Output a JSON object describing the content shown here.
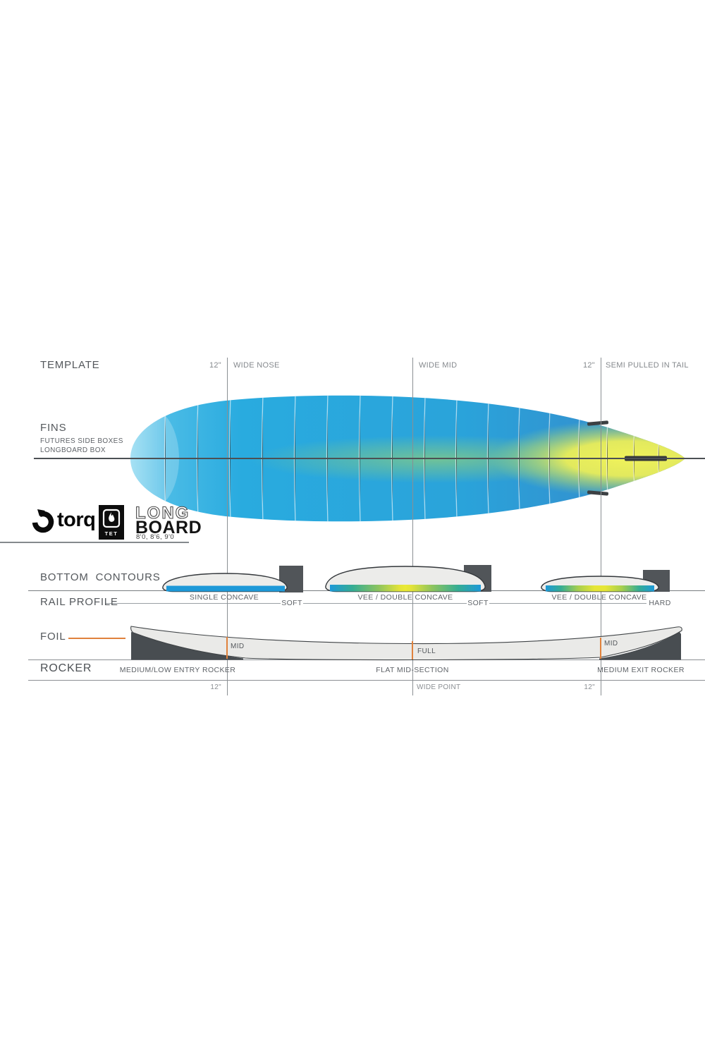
{
  "template": {
    "label": "TEMPLATE",
    "offset_nose": "12\"",
    "wide_nose": "WIDE NOSE",
    "wide_mid": "WIDE MID",
    "offset_tail": "12\"",
    "tail": "SEMI PULLED IN TAIL"
  },
  "fins": {
    "label": "FINS",
    "detail1": "FUTURES SIDE BOXES",
    "detail2": "LONGBOARD BOX"
  },
  "brand": {
    "torq": "torq",
    "tet": "TET",
    "model_top": "LONG",
    "model_bottom": "BOARD",
    "sizes": "8'0, 8'6, 9'0"
  },
  "bottom_contours": {
    "label": "BOTTOM  CONTOURS"
  },
  "rail_profile": {
    "label": "RAIL PROFILE",
    "sections": [
      {
        "contour": "SINGLE CONCAVE",
        "rail": "SOFT"
      },
      {
        "contour": "VEE / DOUBLE CONCAVE",
        "rail": "SOFT"
      },
      {
        "contour": "VEE / DOUBLE CONCAVE",
        "rail": "HARD"
      }
    ]
  },
  "foil": {
    "label": "FOIL",
    "nose_mark": "MID",
    "mid_mark": "FULL",
    "tail_mark": "MID"
  },
  "rocker": {
    "label": "ROCKER",
    "entry": "MEDIUM/LOW ENTRY ROCKER",
    "mid": "FLAT MID-SECTION",
    "exit": "MEDIUM EXIT ROCKER"
  },
  "measurements": {
    "nose_offset": "12\"",
    "wide_point": "WIDE POINT",
    "tail_offset": "12\""
  },
  "colors": {
    "accent_orange": "#e0813c",
    "board_blue": "#29abdf",
    "stripe_yellow": "#eaec5a",
    "concave_blue": "#1e99d8",
    "concave_green": "#35ad94",
    "concave_yellow": "#eaea36",
    "block_gray": "#515559"
  }
}
